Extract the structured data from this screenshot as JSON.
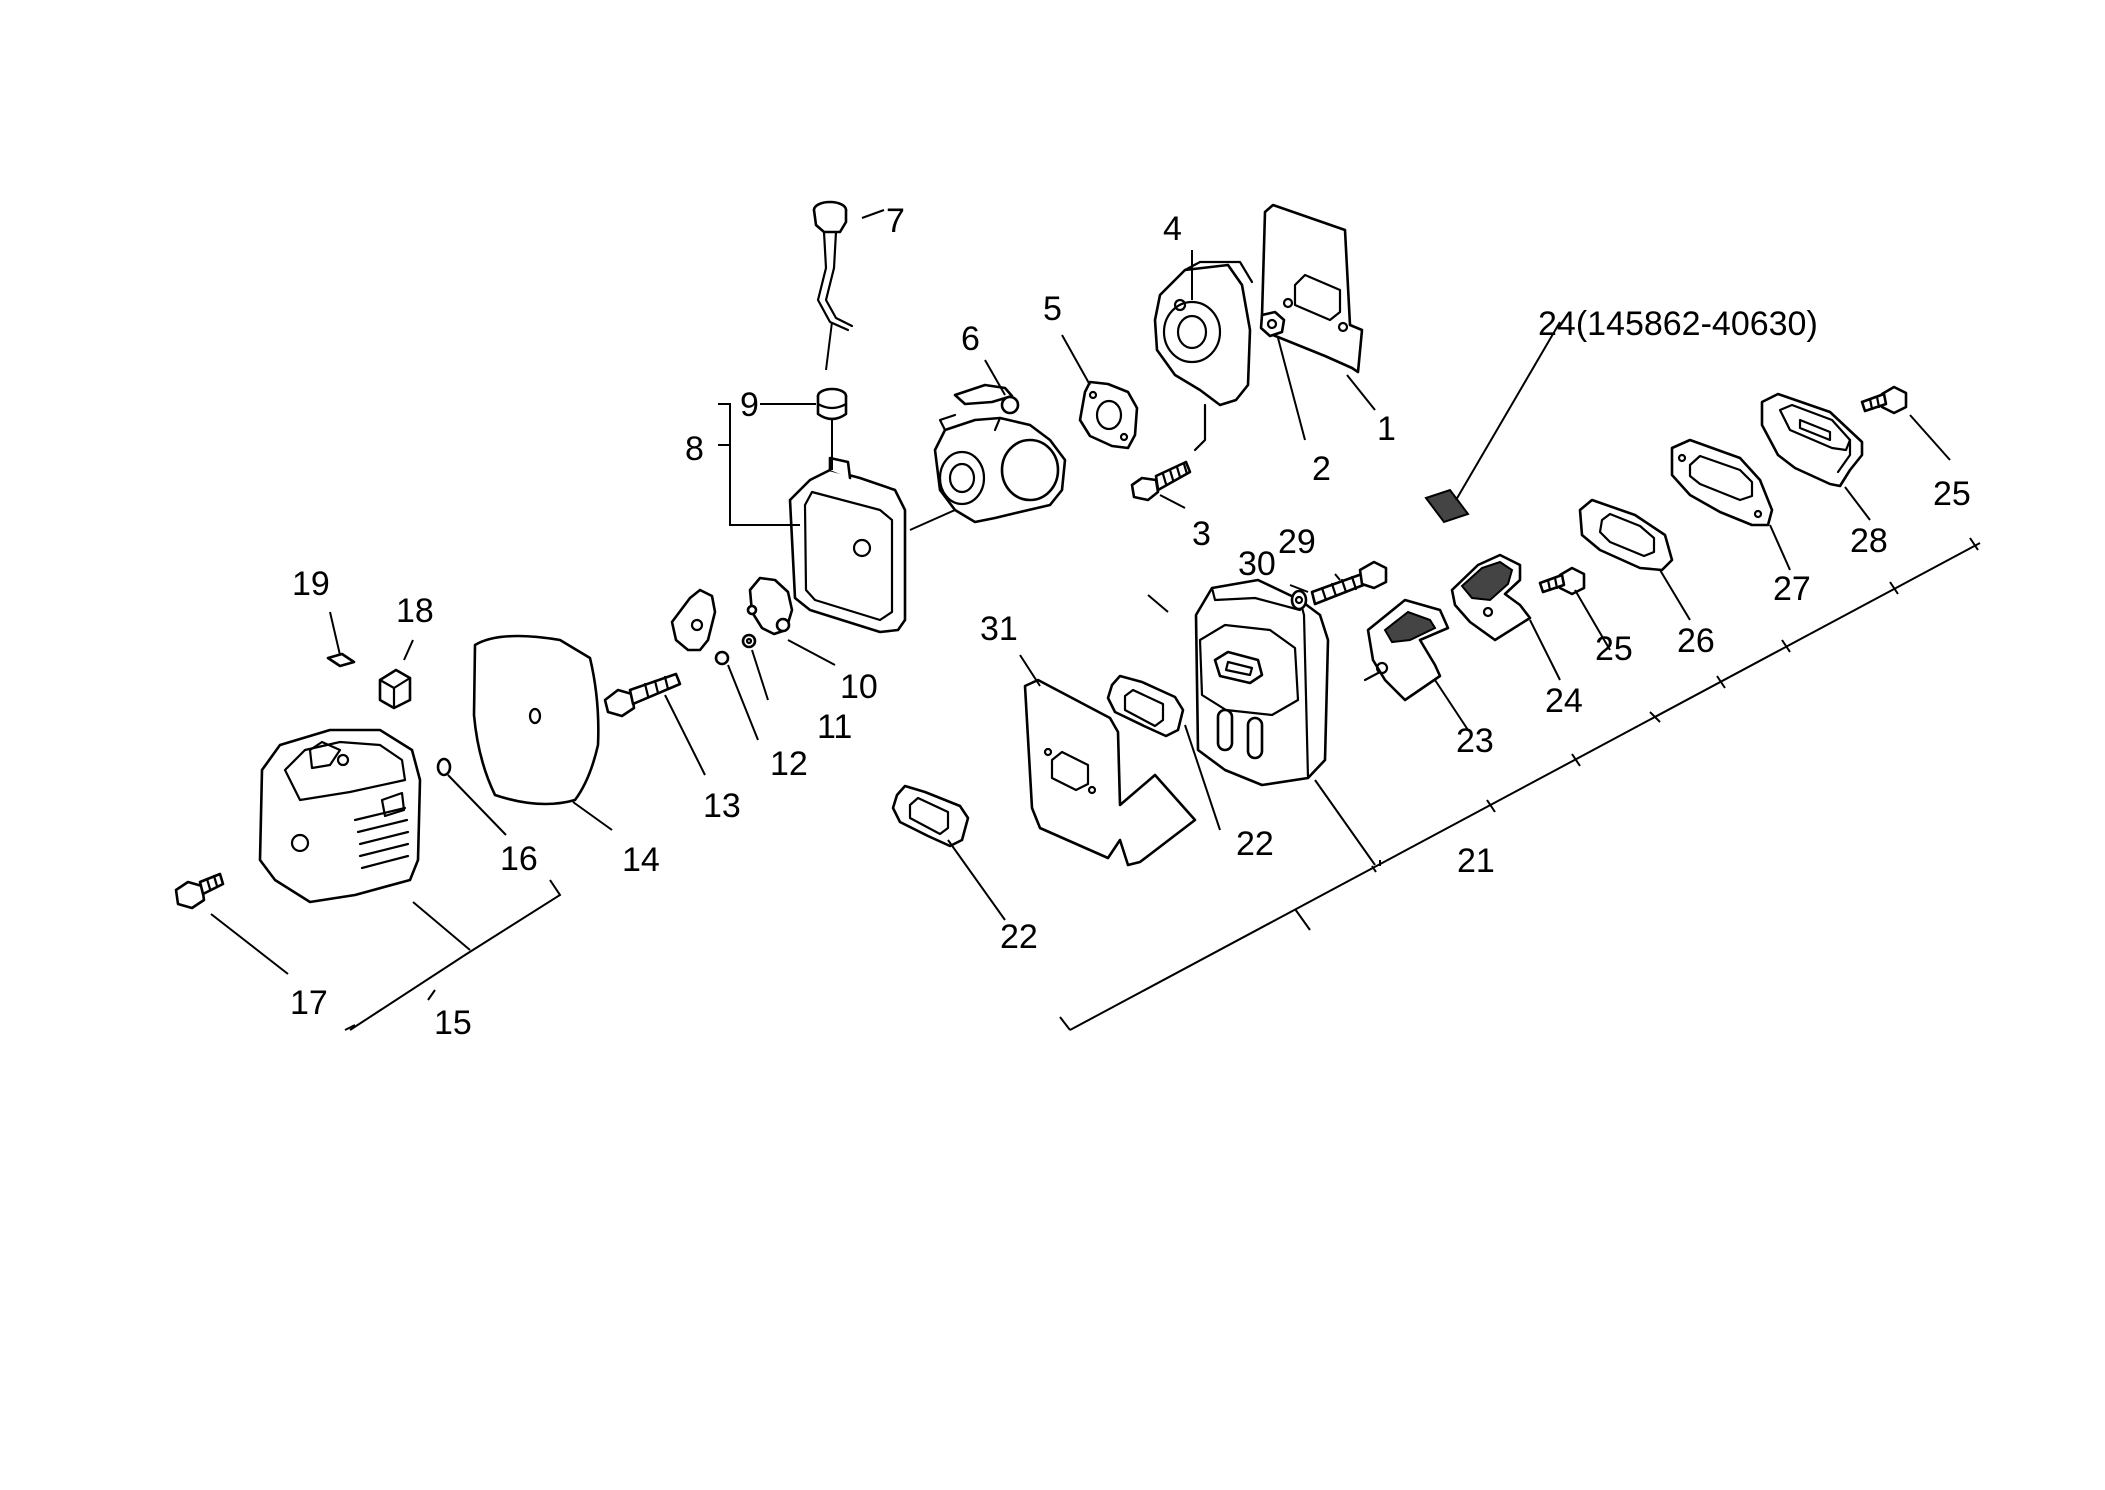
{
  "diagram": {
    "callouts": [
      {
        "id": "c1",
        "text": "1"
      },
      {
        "id": "c2",
        "text": "2"
      },
      {
        "id": "c3",
        "text": "3"
      },
      {
        "id": "c4",
        "text": "4"
      },
      {
        "id": "c5",
        "text": "5"
      },
      {
        "id": "c6",
        "text": "6"
      },
      {
        "id": "c7",
        "text": "7"
      },
      {
        "id": "c8",
        "text": "8"
      },
      {
        "id": "c9",
        "text": "9"
      },
      {
        "id": "c10",
        "text": "10"
      },
      {
        "id": "c11",
        "text": "11"
      },
      {
        "id": "c12",
        "text": "12"
      },
      {
        "id": "c13",
        "text": "13"
      },
      {
        "id": "c14",
        "text": "14"
      },
      {
        "id": "c15",
        "text": "15"
      },
      {
        "id": "c16",
        "text": "16"
      },
      {
        "id": "c17",
        "text": "17"
      },
      {
        "id": "c18",
        "text": "18"
      },
      {
        "id": "c19",
        "text": "19"
      },
      {
        "id": "c21",
        "text": "21"
      },
      {
        "id": "c22a",
        "text": "22"
      },
      {
        "id": "c22b",
        "text": "22"
      },
      {
        "id": "c23",
        "text": "23"
      },
      {
        "id": "c24",
        "text": "24"
      },
      {
        "id": "c24sp",
        "text": "24(145862-40630)"
      },
      {
        "id": "c25a",
        "text": "25"
      },
      {
        "id": "c25b",
        "text": "25"
      },
      {
        "id": "c26",
        "text": "26"
      },
      {
        "id": "c27",
        "text": "27"
      },
      {
        "id": "c28",
        "text": "28"
      },
      {
        "id": "c29",
        "text": "29"
      },
      {
        "id": "c30",
        "text": "30"
      },
      {
        "id": "c31",
        "text": "31"
      }
    ]
  }
}
